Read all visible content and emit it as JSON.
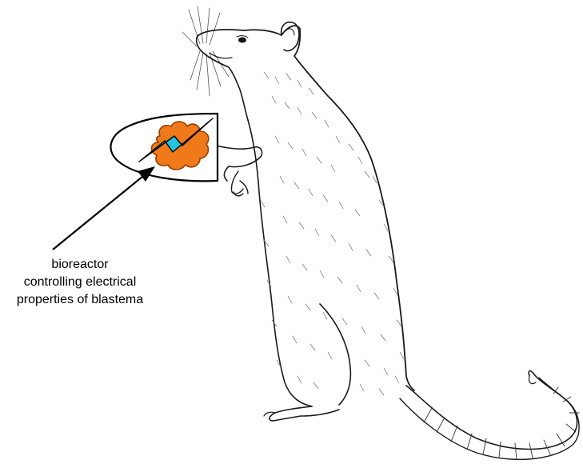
{
  "caption": {
    "line1": "bioreactor",
    "line2": "controlling electrical",
    "line3": "properties of blastema"
  },
  "colors": {
    "blastema_fill": "#f07a1a",
    "blastema_stroke": "#9a3d00",
    "bolt_fill": "#21c4df",
    "ink": "#111111"
  },
  "icons": [
    "rat-illustration",
    "bioreactor-cap",
    "blastema-blob",
    "lightning-bolt-icon",
    "pointer-arrow"
  ]
}
